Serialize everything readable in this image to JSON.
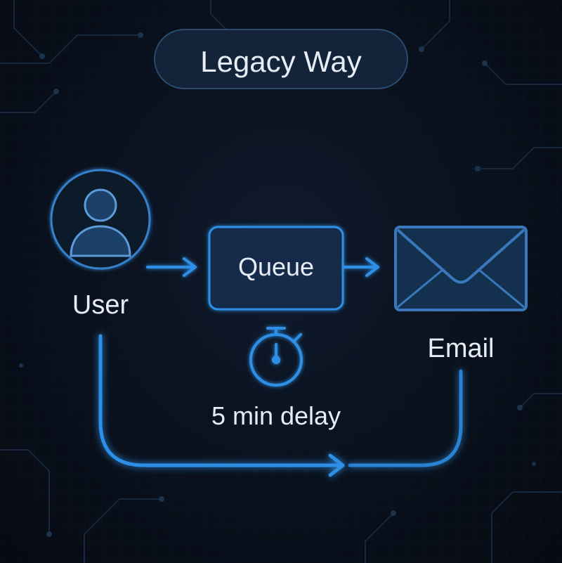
{
  "title": "Legacy Way",
  "nodes": {
    "user": {
      "label": "User",
      "icon": "user-icon"
    },
    "queue": {
      "label": "Queue"
    },
    "email": {
      "label": "Email",
      "icon": "envelope-icon"
    }
  },
  "delay": {
    "label": "5 min delay",
    "icon": "stopwatch-icon"
  },
  "colors": {
    "background": "#080d17",
    "accent": "#2f8fe6",
    "glow": "#1e7fe0",
    "node_fill": "#14304f",
    "pill_fill": "#13233a",
    "pill_stroke": "#2a4a6e",
    "text": "#e6edf6"
  }
}
